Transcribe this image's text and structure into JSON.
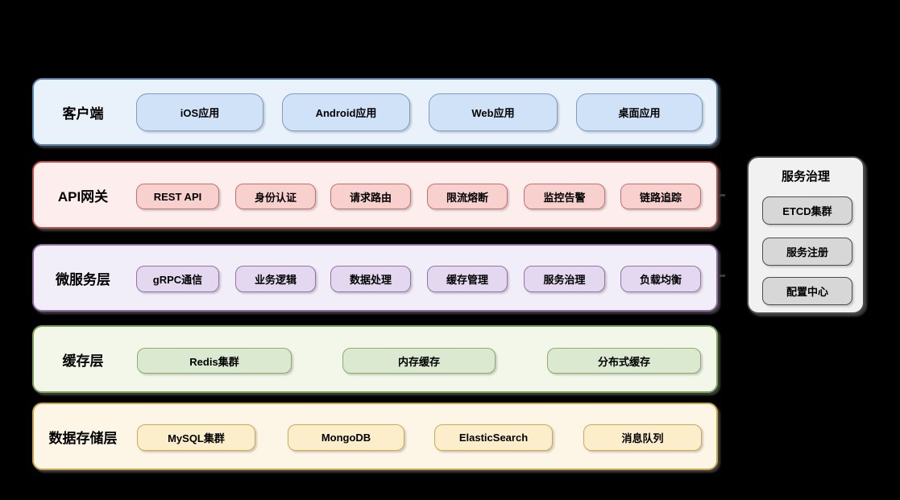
{
  "canvas": {
    "background": "#000000"
  },
  "layers": [
    {
      "label": "客户端",
      "items": [
        "iOS应用",
        "Android应用",
        "Web应用",
        "桌面应用"
      ],
      "colors": {
        "container_fill": "#e9f1fb",
        "container_border": "#5d87b6",
        "item_fill": "#cfe2f7",
        "item_border": "#7d9dc2"
      }
    },
    {
      "label": "API网关",
      "items": [
        "REST API",
        "身份认证",
        "请求路由",
        "限流熔断",
        "监控告警",
        "链路追踪"
      ],
      "colors": {
        "container_fill": "#fdeeed",
        "container_border": "#b85450",
        "item_fill": "#f8d0ce",
        "item_border": "#c4716e"
      }
    },
    {
      "label": "微服务层",
      "items": [
        "gRPC通信",
        "业务逻辑",
        "数据处理",
        "缓存管理",
        "服务治理",
        "负载均衡"
      ],
      "colors": {
        "container_fill": "#f2eef9",
        "container_border": "#8d6ca3",
        "item_fill": "#e3d8ef",
        "item_border": "#9673a6"
      }
    },
    {
      "label": "缓存层",
      "items": [
        "Redis集群",
        "内存缓存",
        "分布式缓存"
      ],
      "colors": {
        "container_fill": "#f2f7ea",
        "container_border": "#7fa356",
        "item_fill": "#dbe9d0",
        "item_border": "#90ab6d"
      }
    },
    {
      "label": "数据存储层",
      "items": [
        "MySQL集群",
        "MongoDB",
        "ElasticSearch",
        "消息队列"
      ],
      "colors": {
        "container_fill": "#fdf6e7",
        "container_border": "#c7a24b",
        "item_fill": "#fdeecb",
        "item_border": "#cfa952"
      }
    }
  ],
  "side_panel": {
    "title": "服务治理",
    "items": [
      "ETCD集群",
      "服务注册",
      "配置中心"
    ],
    "colors": {
      "container_fill": "#f1f1f1",
      "container_border": "#4c4c4c",
      "item_fill": "#d7d7d7",
      "item_border": "#4c4c4c"
    }
  }
}
